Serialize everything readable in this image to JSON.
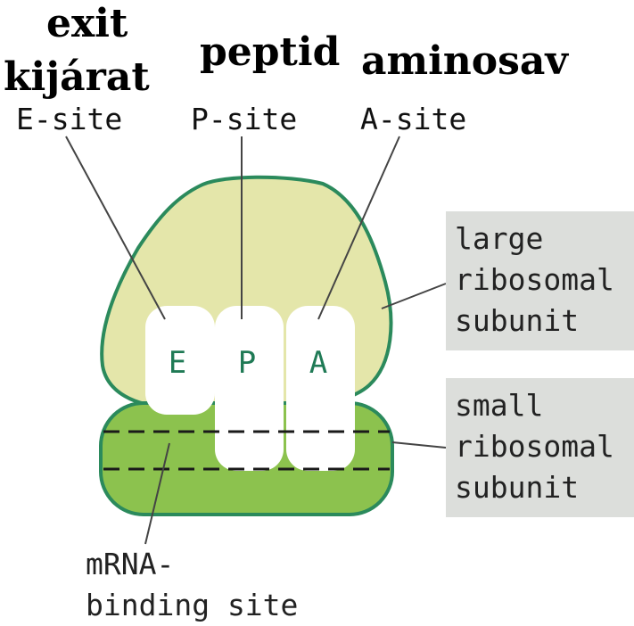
{
  "hungarian_labels": {
    "exit": "exit",
    "exit_hu": "kijárat",
    "peptide": "peptid",
    "amino": "aminosav"
  },
  "site_labels": {
    "e_site": "E-site",
    "p_site": "P-site",
    "a_site": "A-site"
  },
  "site_letters": {
    "e": "E",
    "p": "P",
    "a": "A"
  },
  "large_subunit": {
    "line1": "large",
    "line2": "ribosomal",
    "line3": "subunit"
  },
  "small_subunit": {
    "line1": "small",
    "line2": "ribosomal",
    "line3": "subunit"
  },
  "mrna_label": {
    "line1": "mRNA-",
    "line2": "binding site"
  },
  "colors": {
    "large_fill": "#e4e6aa",
    "small_fill": "#8cc24e",
    "outline": "#2b8a5c",
    "site_text": "#1f7a55",
    "box_fill": "#dcdedb"
  }
}
